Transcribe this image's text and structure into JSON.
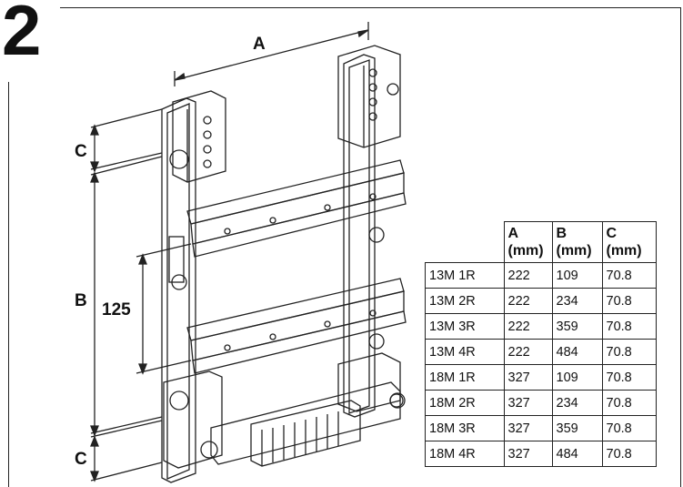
{
  "step_number": "2",
  "dimension_labels": {
    "a": "A",
    "b": "B",
    "c_top": "C",
    "c_bottom": "C",
    "span": "125"
  },
  "table": {
    "headers": [
      {
        "letter": "",
        "unit": ""
      },
      {
        "letter": "A",
        "unit": "(mm)"
      },
      {
        "letter": "B",
        "unit": "(mm)"
      },
      {
        "letter": "C",
        "unit": "(mm)"
      }
    ],
    "rows": [
      [
        "13M 1R",
        "222",
        "109",
        "70.8"
      ],
      [
        "13M 2R",
        "222",
        "234",
        "70.8"
      ],
      [
        "13M 3R",
        "222",
        "359",
        "70.8"
      ],
      [
        "13M 4R",
        "222",
        "484",
        "70.8"
      ],
      [
        "18M 1R",
        "327",
        "109",
        "70.8"
      ],
      [
        "18M 2R",
        "327",
        "234",
        "70.8"
      ],
      [
        "18M 3R",
        "327",
        "359",
        "70.8"
      ],
      [
        "18M 4R",
        "327",
        "484",
        "70.8"
      ]
    ]
  }
}
